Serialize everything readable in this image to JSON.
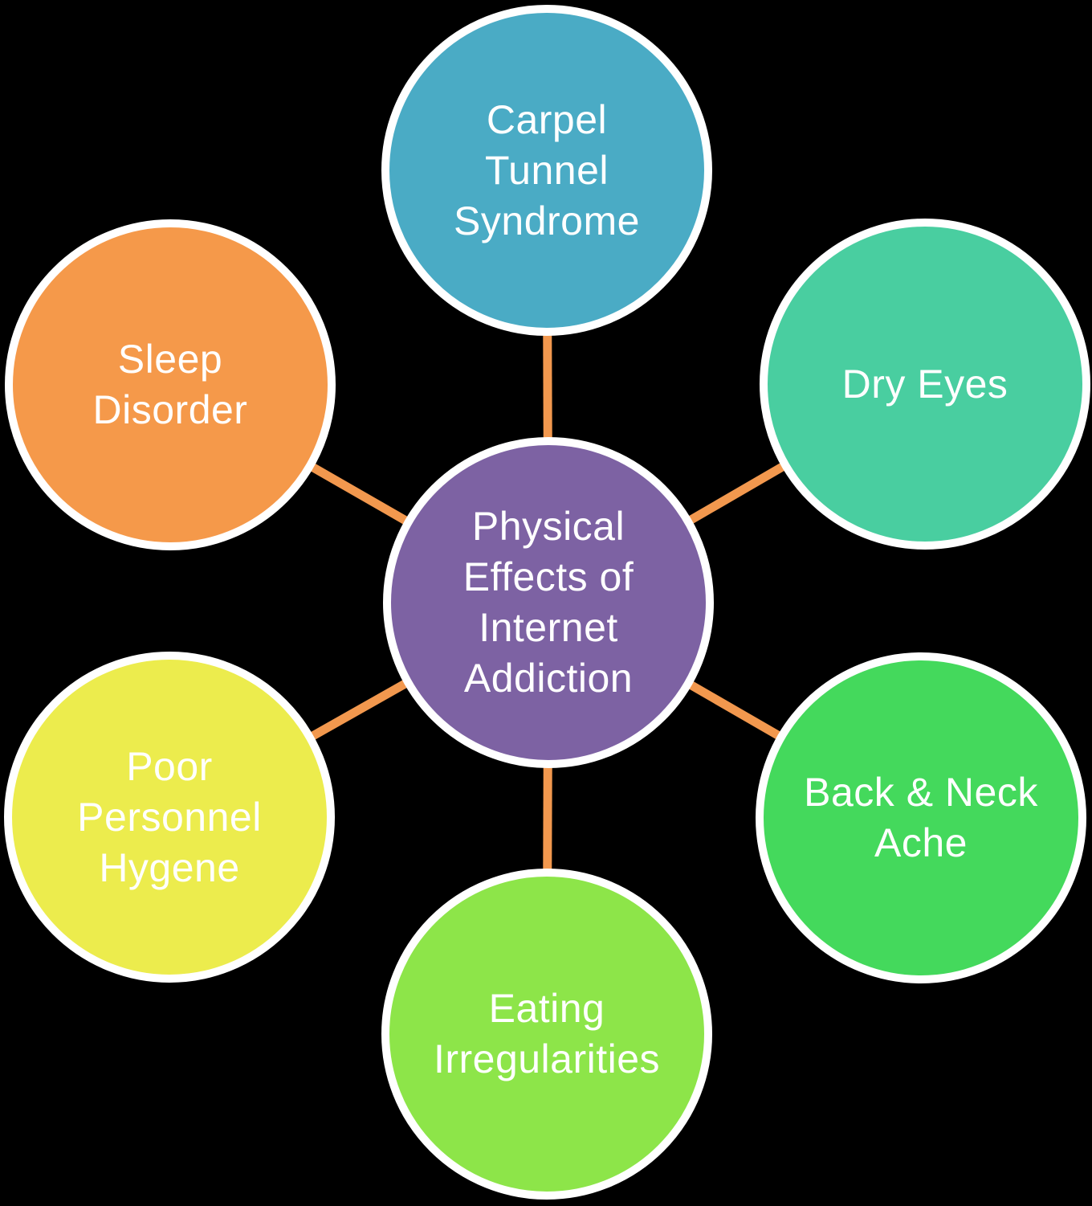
{
  "diagram": {
    "background_color": "#000000",
    "connector_color": "#F2984E",
    "text_color": "#FFFFFF",
    "center_node": {
      "label": "Physical\nEffects of\nInternet\nAddiction",
      "color": "#7D62A3"
    },
    "nodes": [
      {
        "id": "carpel-tunnel-syndrome",
        "label": "Carpel\nTunnel\nSyndrome",
        "color": "#4AABC5"
      },
      {
        "id": "dry-eyes",
        "label": "Dry Eyes",
        "color": "#49CEA0"
      },
      {
        "id": "back-neck-ache",
        "label": "Back & Neck\nAche",
        "color": "#44D95C"
      },
      {
        "id": "eating-irregularities",
        "label": "Eating\nIrregularities",
        "color": "#8DE549"
      },
      {
        "id": "poor-personnel-hygene",
        "label": "Poor\nPersonnel\nHygene",
        "color": "#ECEC4D"
      },
      {
        "id": "sleep-disorder",
        "label": "Sleep\nDisorder",
        "color": "#F5994A"
      }
    ]
  }
}
